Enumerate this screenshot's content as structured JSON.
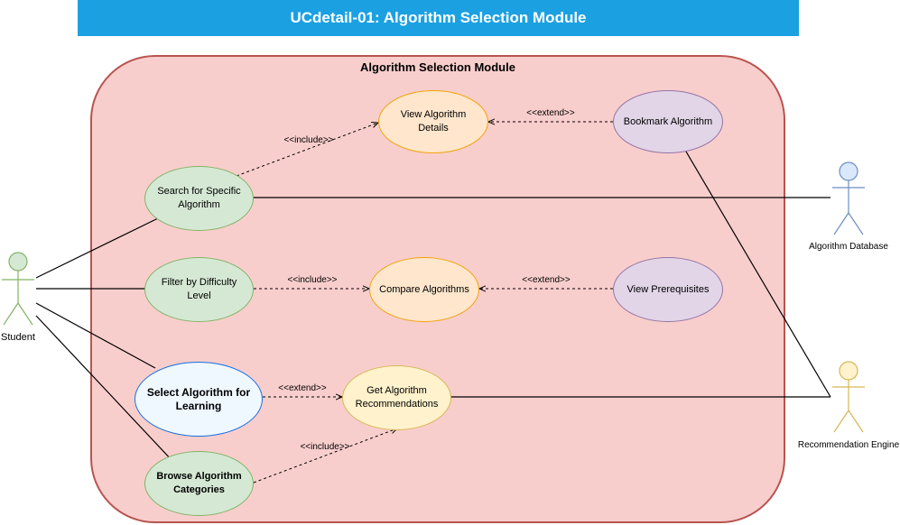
{
  "header": {
    "title": "UCdetail-01: Algorithm Selection Module"
  },
  "boundary": {
    "title": "Algorithm Selection Module"
  },
  "use_cases": {
    "view_details": "View Algorithm Details",
    "bookmark": "Bookmark Algorithm",
    "search": "Search for Specific Algorithm",
    "filter": "Filter by Difficulty Level",
    "compare": "Compare Algorithms",
    "prerequisites": "View Prerequisites",
    "select": "Select Algorithm for Learning",
    "recommendations": "Get Algorithm Recommendations",
    "browse": "Browse Algorithm Categories"
  },
  "relations": {
    "include_1": "<<include>>",
    "extend_1": "<<extend>>",
    "include_2": "<<include>>",
    "extend_2": "<<extend>>",
    "extend_3": "<<extend>>",
    "include_3": "<<include>>"
  },
  "actors": {
    "student": "Student",
    "database": "Algorithm Database",
    "engine": "Recommendation Engine"
  },
  "colors": {
    "header": "#1ba1e2",
    "boundary_fill": "#f8cecc",
    "boundary_stroke": "#b85450",
    "student": "#82b366",
    "database": "#6c8ebf",
    "engine": "#d6b656"
  }
}
